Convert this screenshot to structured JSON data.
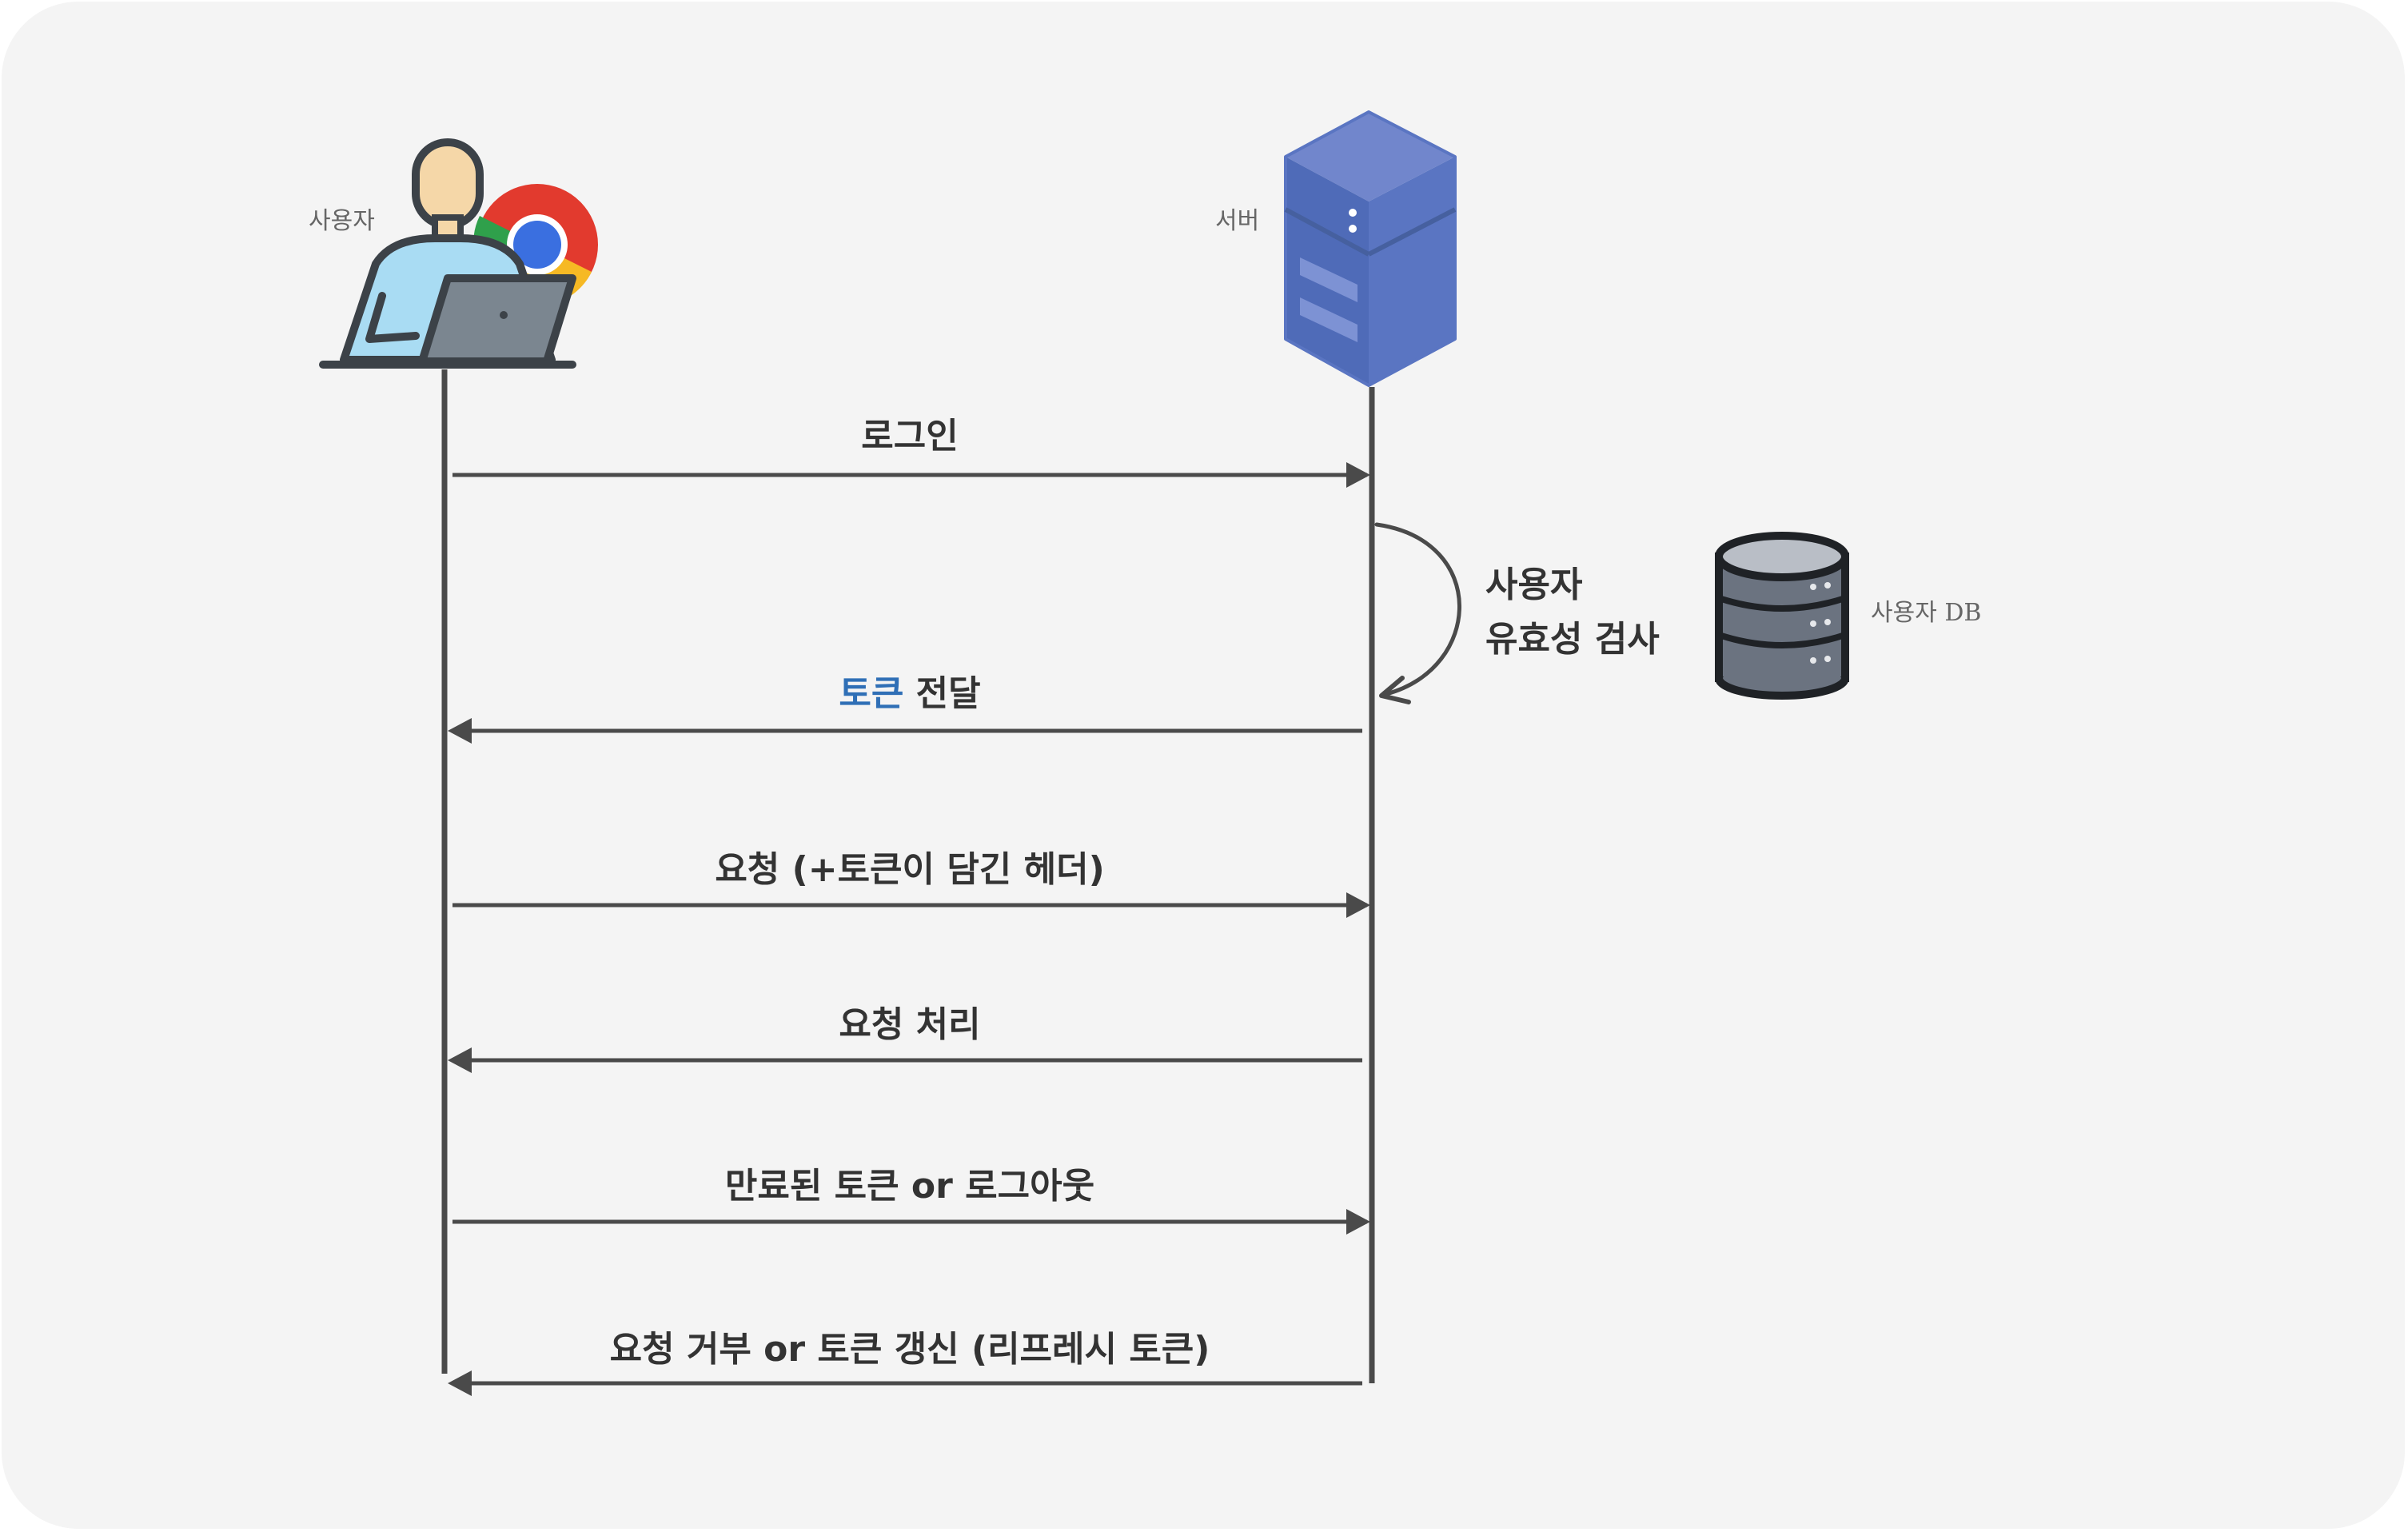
{
  "actors": {
    "user": {
      "label": "사용자"
    },
    "server": {
      "label": "서버"
    },
    "db": {
      "label": "사용자 DB"
    }
  },
  "self_check": {
    "line1": "사용자",
    "line2": "유효성 검사"
  },
  "messages": [
    {
      "text": "로그인",
      "direction": "user-to-server"
    },
    {
      "accent": "토큰",
      "text": " 전달",
      "direction": "server-to-user"
    },
    {
      "text": "요청 (+토큰이 담긴 헤더)",
      "direction": "user-to-server"
    },
    {
      "text": "요청 처리",
      "direction": "server-to-user"
    },
    {
      "text": "만료된 토큰 or 로그아웃",
      "direction": "user-to-server"
    },
    {
      "text": "요청 거부 or 토큰 갱신 (리프레시 토큰)",
      "direction": "server-to-user"
    }
  ],
  "colors": {
    "background": "#f4f4f4",
    "line": "#4a4a4a",
    "accent_text": "#2f6fb6",
    "server_body": "#4f6bb8",
    "db_body": "#6b7380"
  },
  "icons": {
    "user": "user-with-laptop-and-browser-icon",
    "server": "server-icon",
    "db": "database-icon"
  }
}
